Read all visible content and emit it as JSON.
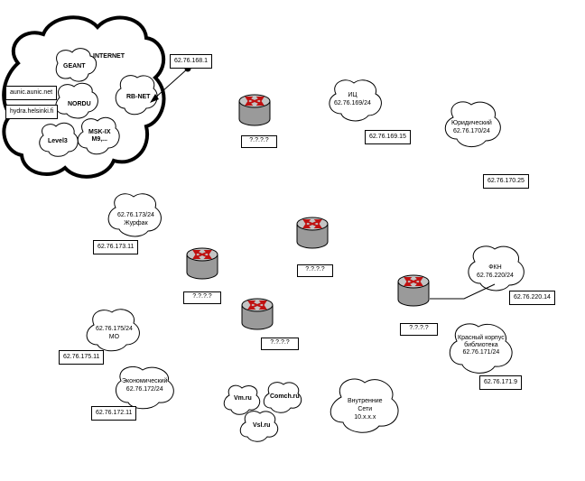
{
  "internet": {
    "title": "INTERNET",
    "clouds": {
      "geant": "GEANT",
      "nordu": "NORDU",
      "rbnet": "RB-NET",
      "msk_ix": "MSK-IX\nM9,...",
      "level3": "Level3"
    },
    "servers": [
      "aunic.aunic.net",
      "hydra.helsinki.fi"
    ]
  },
  "uplink_ip": "62.76.168.1",
  "routers": {
    "top": "?.?.?.?",
    "center": "?.?.?.?",
    "left": "?.?.?.?",
    "lower": "?.?.?.?",
    "right": "?.?.?.?"
  },
  "networks": {
    "ic": {
      "name": "ИЦ\n62.76.169/24",
      "ip": "62.76.169.15"
    },
    "yur": {
      "name": "Юридический\n62.76.170/24",
      "ip": "62.76.170.25"
    },
    "zhurfak": {
      "name": "62.76.173/24\nЖурфак",
      "ip": "62.76.173.11"
    },
    "fkn": {
      "name": "ФКН\n62.76.220/24",
      "ip": "62.76.220.14"
    },
    "mo": {
      "name": "62.76.175/24\nМО",
      "ip": "62.76.175.11"
    },
    "krasny": {
      "name": "Красный корпус\nбиблиотека\n62.76.171/24",
      "ip": "62.76.171.9"
    },
    "econ": {
      "name": "Экономический\n62.76.172/24",
      "ip": "62.76.172.11"
    },
    "vm": {
      "name": "Vm.ru"
    },
    "comch": {
      "name": "Comch.ru"
    },
    "vsl": {
      "name": "Vsl.ru"
    },
    "internal": {
      "name": "Внутренние\nСети\n10.x.x.x"
    }
  }
}
